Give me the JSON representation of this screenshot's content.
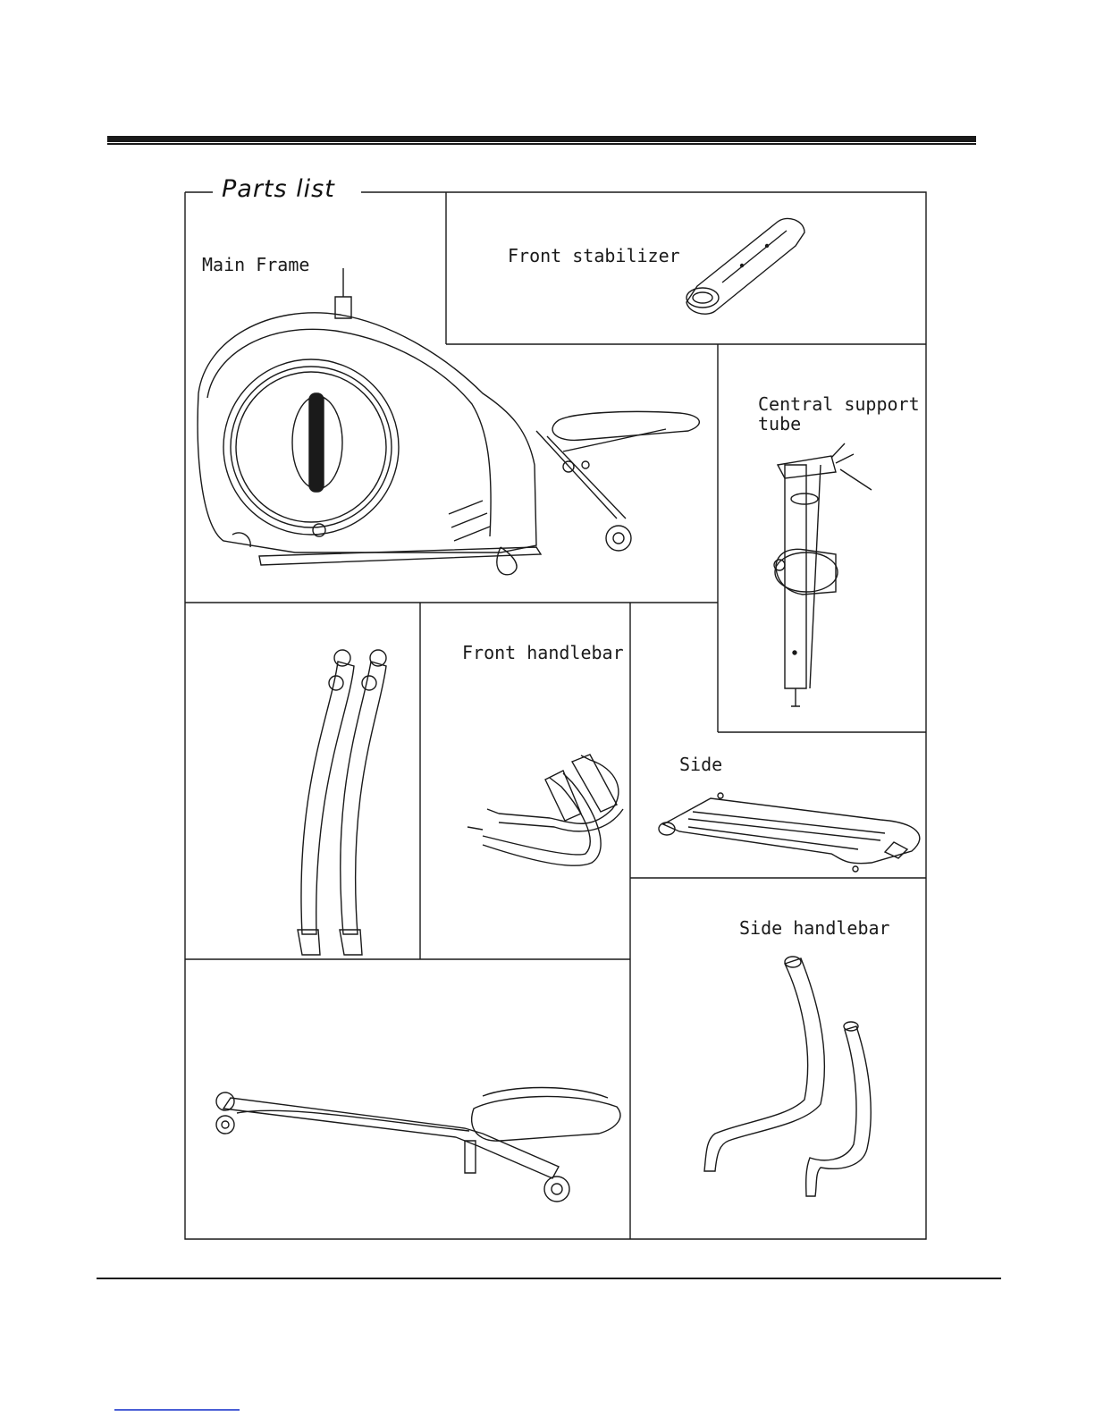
{
  "header": {
    "title": "Parts list"
  },
  "panels": {
    "main_frame": {
      "label": "Main Frame"
    },
    "front_stabilizer": {
      "label": "Front stabilizer"
    },
    "central_support_tube": {
      "label": "Central support\ntube"
    },
    "front_handlebar": {
      "label": "Front handlebar"
    },
    "side": {
      "label": "Side"
    },
    "side_handlebar": {
      "label": "Side handlebar"
    }
  },
  "colors": {
    "ink": "#1a1a1a",
    "paper": "#ffffff",
    "link": "#4a5fd6"
  }
}
